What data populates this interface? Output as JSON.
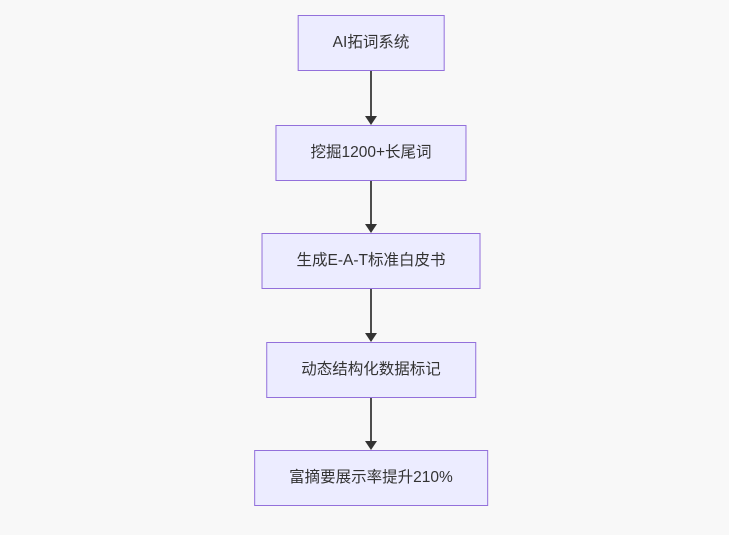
{
  "flowchart": {
    "type": "flowchart",
    "direction": "top-down",
    "nodes": [
      {
        "label": "AI拓词系统"
      },
      {
        "label": "挖掘1200+长尾词"
      },
      {
        "label": "生成E-A-T标准白皮书"
      },
      {
        "label": "动态结构化数据标记"
      },
      {
        "label": "富摘要展示率提升210%"
      }
    ],
    "edges": [
      {
        "from": 0,
        "to": 1
      },
      {
        "from": 1,
        "to": 2
      },
      {
        "from": 2,
        "to": 3
      },
      {
        "from": 3,
        "to": 4
      }
    ],
    "colors": {
      "node_fill": "#ECECFF",
      "node_border": "#9370DB",
      "edge_line": "#4d4d4d",
      "arrowhead": "#333333",
      "text": "#333333",
      "background": "#f8f8f8"
    }
  }
}
